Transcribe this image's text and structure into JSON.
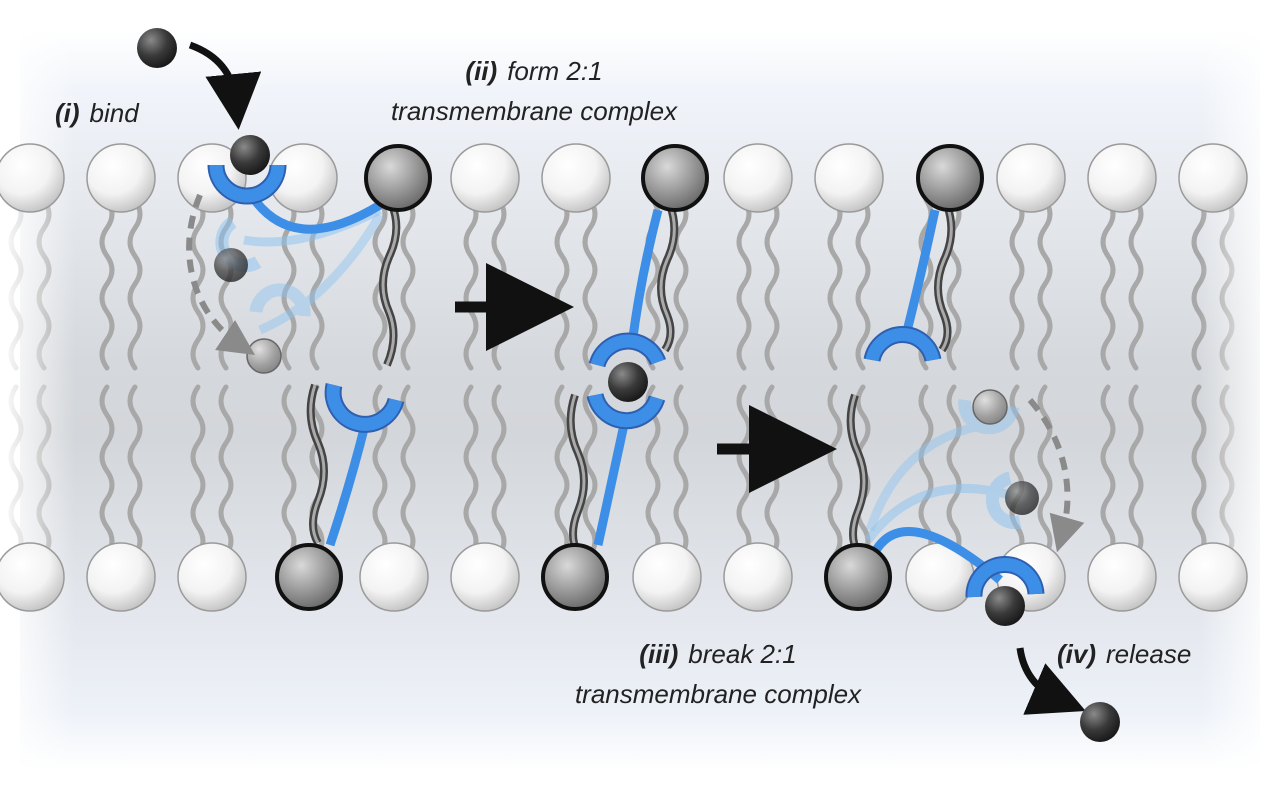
{
  "labels": {
    "step1": {
      "num": "(i)",
      "text": "bind"
    },
    "step2": {
      "num": "(ii)",
      "line1": "form 2:1",
      "line2": "transmembrane complex"
    },
    "step3": {
      "num": "(iii)",
      "line1": "break 2:1",
      "line2": "transmembrane complex"
    },
    "step4": {
      "num": "(iv)",
      "text": "release"
    }
  },
  "colors": {
    "receptor": "#3d8ee6",
    "receptor_light": "#8cc3f2",
    "ion": "#2a2a2a",
    "headgroup": "#ffffff",
    "tail": "#a8a8a8",
    "arrow": "#111111"
  },
  "icons": {
    "ion": "dark-sphere",
    "headgroup": "white-sphere",
    "anchor": "grey-sphere",
    "receptor": "blue-cup"
  }
}
